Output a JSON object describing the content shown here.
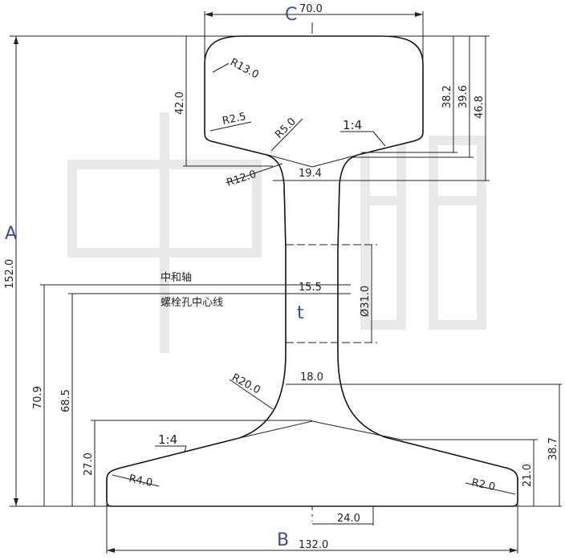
{
  "labels": {
    "A": "A",
    "B": "B",
    "C": "C",
    "t": "t",
    "neutral_axis": "中和轴",
    "bolt_hole_centerline": "螺栓孔中心线"
  },
  "dimensions": {
    "head_width": "70.0",
    "height_total": "152.0",
    "base_width": "132.0",
    "head_depth": "42.0",
    "d_38_2": "38.2",
    "d_39_6": "39.6",
    "d_46_8": "46.8",
    "web_top_thickness": "19.4",
    "web_mid_thickness": "15.5",
    "web_bottom_thickness": "18.0",
    "bolt_hole_dia": "Ø31.0",
    "neutral_axis_height": "70.9",
    "bolt_hole_height": "68.5",
    "base_edge_height": "27.0",
    "base_slope_height": "21.0",
    "d_38_7": "38.7",
    "base_half": "24.0",
    "r13": "R13.0",
    "r2_5": "R2.5",
    "r5": "R5.0",
    "r12": "R12.0",
    "r20": "R20.0",
    "r4": "R4.0",
    "r2": "R2.0",
    "slope_head": "1:4",
    "slope_base": "1:4"
  }
}
